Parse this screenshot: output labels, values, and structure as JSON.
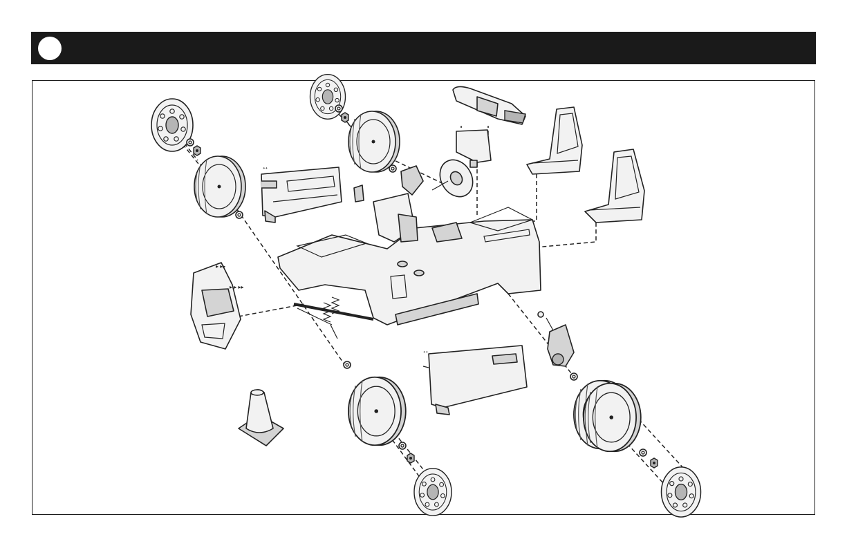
{
  "header": {
    "step_number": ""
  },
  "parts": [
    "wheel-front-left",
    "wheel-rear-left",
    "wheel-front-right",
    "wheel-rear-right",
    "hubcap",
    "tire",
    "hub-nut",
    "washer",
    "door-left",
    "door-right",
    "grille",
    "car-body",
    "seat-front",
    "seat-rear",
    "steering-wheel",
    "dashboard",
    "gear-shifter",
    "motor-gearbox",
    "toy-water-gun",
    "gun-mount",
    "traffic-cone",
    "axle",
    "springs"
  ],
  "colors": {
    "header": "#1a1a1a",
    "line": "#222222",
    "part_fill": "#f2f2f2",
    "part_shade": "#d4d4d4"
  }
}
